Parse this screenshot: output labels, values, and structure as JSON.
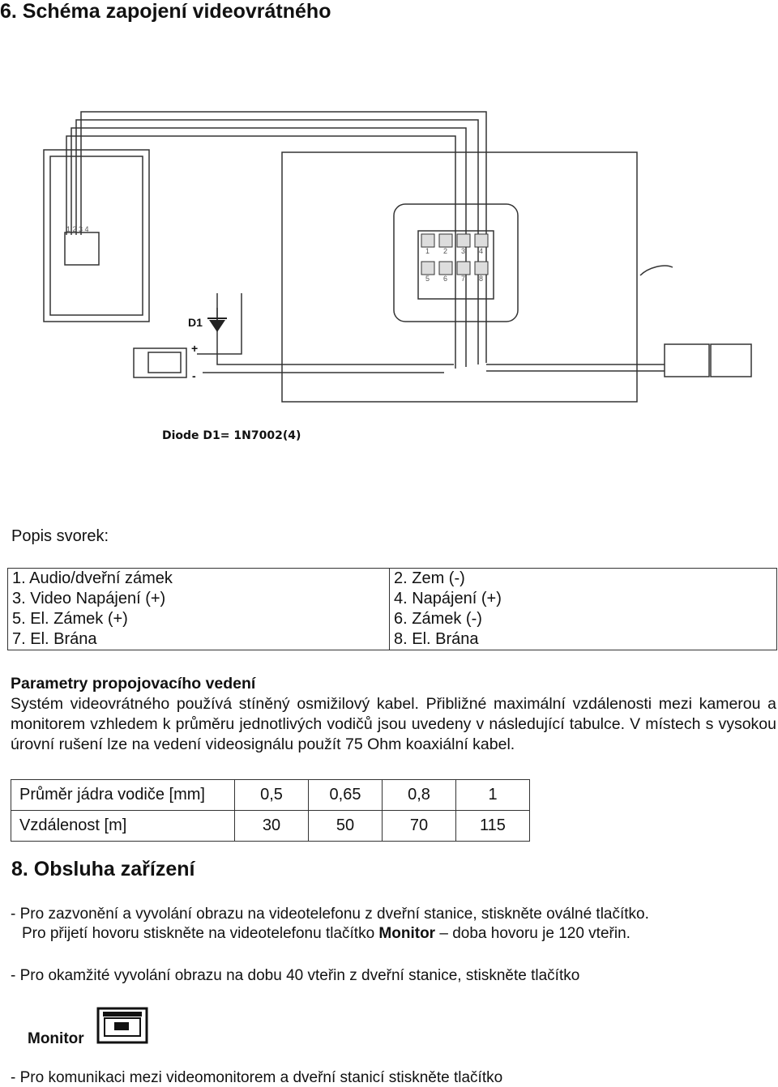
{
  "heading": "6. Schéma zapojení videovrátného",
  "diagram": {
    "d1_label": "D1",
    "plus_label": "+",
    "minus_label": "-",
    "door_station_pins": "1 2 3 4",
    "monitor_terminals": [
      "1",
      "2",
      "3",
      "4",
      "5",
      "6",
      "7",
      "8"
    ],
    "diode_note": "Diode D1= 1N7002(4)"
  },
  "terminals": {
    "title": "Popis svorek:",
    "rows": [
      [
        "1. Audio/dveřní zámek",
        "2. Zem (-)"
      ],
      [
        "3. Video Napájení (+)",
        "4. Napájení (+)"
      ],
      [
        "5. El. Zámek (+)",
        "6. Zámek (-)"
      ],
      [
        "7. El. Brána",
        "8. El. Brána"
      ]
    ]
  },
  "cable": {
    "title": "Parametry propojovacího vedení",
    "paragraph": "Systém videovrátného používá stíněný osmižilový kabel. Přibližné maximální vzdálenosti mezi kamerou a monitorem vzhledem k průměru jednotlivých vodičů jsou uvedeny v následující tabulce. V místech s vysokou úrovní rušení lze na vedení videosignálu použít 75 Ohm koaxiální kabel.",
    "table": {
      "row1_label": "Průměr jádra vodiče [mm]",
      "row1": [
        "0,5",
        "0,65",
        "0,8",
        "1"
      ],
      "row2_label": "Vzdálenost [m]",
      "row2": [
        "30",
        "50",
        "70",
        "115"
      ]
    }
  },
  "operation": {
    "heading": "8. Obsluha zařízení",
    "line1": "- Pro zazvonění a vyvolání obrazu na videotelefonu z dveřní stanice, stiskněte oválné tlačítko.",
    "line2_a": "Pro přijetí hovoru stiskněte na videotelefonu tlačítko ",
    "line2_b": "Monitor",
    "line2_c": " – doba hovoru je 120 vteřin.",
    "line3": "- Pro okamžité vyvolání obrazu na dobu 40 vteřin z dveřní stanice, stiskněte tlačítko",
    "monitor_label": "Monitor",
    "line4": "- Pro komunikaci mezi videomonitorem a dveřní stanicí stiskněte tlačítko"
  }
}
